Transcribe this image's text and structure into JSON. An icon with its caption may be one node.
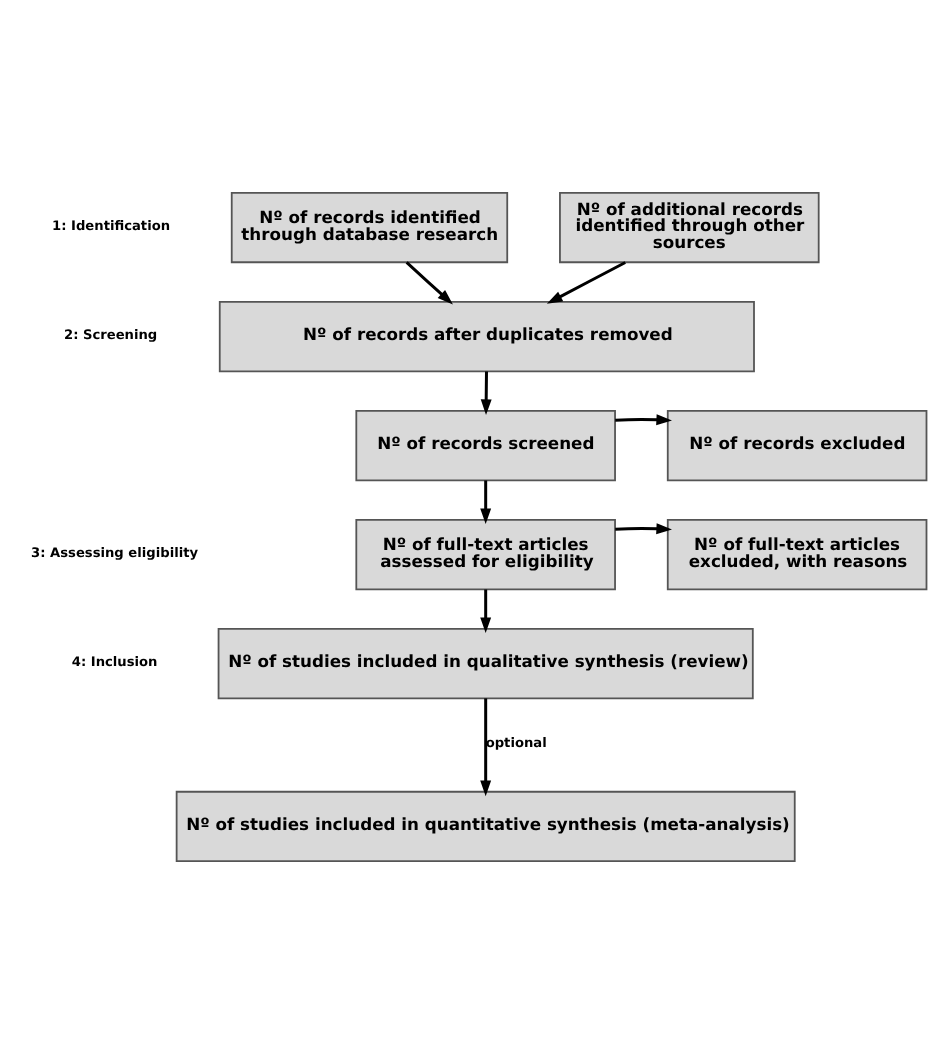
{
  "diagram": {
    "nodes": [
      {
        "text": [
          "Nº of records identified through database research"
        ]
      },
      {
        "text": [
          "Nº of additional records identified through other sources"
        ]
      },
      {
        "text": [
          "Nº of records after duplicates removed"
        ]
      },
      {
        "text": [
          "Nº of records screened"
        ]
      },
      {
        "text": [
          "Nº of records excluded"
        ]
      },
      {
        "text": [
          "Nº of full-text articles assessed for eligibility"
        ]
      },
      {
        "text": [
          "Nº of full-text articles excluded, with reasons"
        ]
      },
      {
        "text": [
          "Nº of studies included in qualitative synthesis (review)"
        ]
      },
      {
        "text": [
          "Nº of studies included in quantitative synthesis (meta-analysis)"
        ]
      }
    ],
    "edges": [
      {
        "from": 0,
        "to": 2,
        "arrow": "to"
      },
      {
        "from": 1,
        "to": 2,
        "arrow": "to"
      },
      {
        "from": 2,
        "to": 3,
        "arrow": "to"
      },
      {
        "from": 3,
        "to": 4,
        "arrow": "to"
      },
      {
        "from": 3,
        "to": 5,
        "arrow": "to"
      },
      {
        "from": 5,
        "to": 6,
        "arrow": "to"
      },
      {
        "from": 5,
        "to": 7,
        "arrow": "to"
      },
      {
        "from": 7,
        "to": 8,
        "arrow": "to",
        "label": "optional"
      }
    ],
    "labels": [
      "1: Identification",
      "2: Screening",
      "3: Assessing eligibility",
      "4: Inclusion"
    ]
  }
}
